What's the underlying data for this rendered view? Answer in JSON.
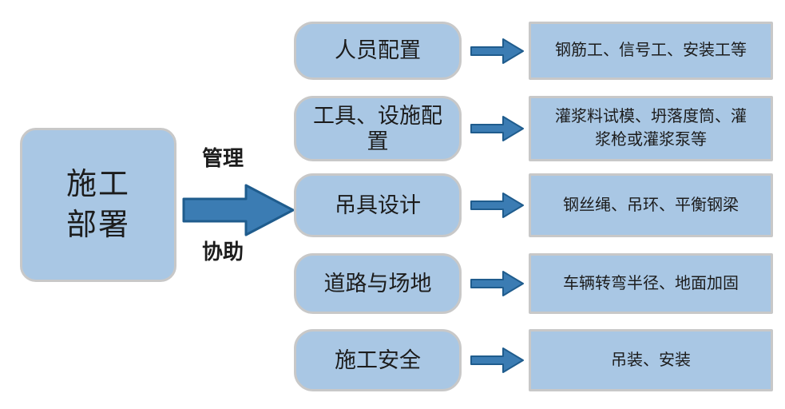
{
  "colors": {
    "box_fill": "#a9c7e4",
    "box_border": "#c8c8c8",
    "arrow_fill": "#3b7cb3",
    "arrow_stroke": "#1f5c8d",
    "text": "#1c1c1c"
  },
  "root": {
    "label": "施工\n部署"
  },
  "big_arrow": {
    "label_top": "管理",
    "label_bottom": "协助"
  },
  "rows": [
    {
      "category": "人员配置",
      "detail": "钢筋工、信号工、安装工等"
    },
    {
      "category": "工具、设施配\n置",
      "detail": "灌浆料试模、坍落度筒、灌\n浆枪或灌浆泵等"
    },
    {
      "category": "吊具设计",
      "detail": "钢丝绳、吊环、平衡钢梁"
    },
    {
      "category": "道路与场地",
      "detail": "车辆转弯半径、地面加固"
    },
    {
      "category": "施工安全",
      "detail": "吊装、安装"
    }
  ]
}
